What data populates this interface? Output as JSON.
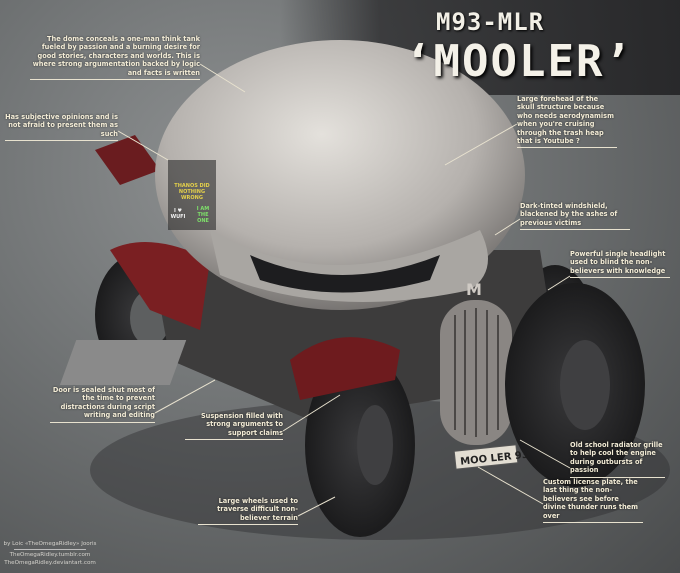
{
  "title": {
    "model": "M93-MLR",
    "name": "‘MOOLER’"
  },
  "annotations": {
    "dome": "The dome conceals a one-man think tank fueled by passion and a burning desire for good stories, characters and worlds. This is where strong argumentation backed by logic and facts is written",
    "opinions": "Has subjective opinions and is not afraid to present them as such",
    "forehead": "Large forehead of the skull structure because who needs aerodynamism when you're cruising through the trash heap that is Youtube ?",
    "windshield": "Dark-tinted windshield, blackened by the ashes of previous victims",
    "headlight": "Powerful single headlight used to blind the non-believers with knowledge",
    "door": "Door is sealed shut most of the time to prevent distractions during script writing and editing",
    "suspension": "Suspension filled with strong arguments to support claims",
    "wheels": "Large wheels used to traverse difficult non-believer terrain",
    "radiator": "Old school radiator grille to help cool the engine during outbursts of passion",
    "license": "Custom license plate, the last thing the non-believers see before divine thunder runs them over"
  },
  "vehicle": {
    "license_plate": "MOO LER 93",
    "hood_emblem": "M",
    "stickers": [
      "THANOS DID NOTHING WRONG",
      "I ♥ WUFI",
      "I AM THE ONE"
    ]
  },
  "credits": {
    "author": "by Loic «TheOmegaRidley» Jooris",
    "tumblr": "TheOmegaRidley.tumblr.com",
    "deviantart": "TheOmegaRidley.deviantart.com"
  },
  "colors": {
    "background": "#6f7273",
    "body": "#c9c6c2",
    "accent_red": "#7a1f22",
    "text": "#f3ecd6"
  }
}
